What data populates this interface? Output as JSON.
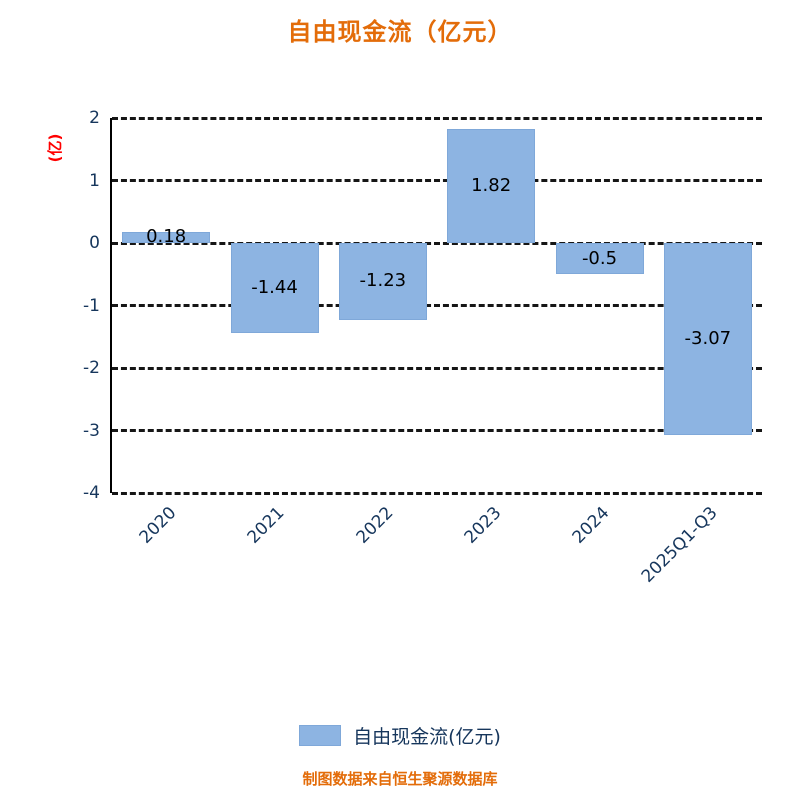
{
  "title": "自由现金流（亿元）",
  "y_axis_unit": "(亿)",
  "legend": {
    "label": "自由现金流(亿元)",
    "swatch_color": "#8DB4E2"
  },
  "footer": {
    "text": "制图数据来自恒生聚源数据库"
  },
  "colors": {
    "title": "#E36C09",
    "bar": "#8DB4E2",
    "axis_unit": "#FF0000",
    "tick_text": "#16365C",
    "footer": "#E36C09"
  },
  "chart_data": {
    "type": "bar",
    "categories": [
      "2020",
      "2021",
      "2022",
      "2023",
      "2024",
      "2025Q1-Q3"
    ],
    "values": [
      0.18,
      -1.44,
      -1.23,
      1.82,
      -0.5,
      -3.07
    ],
    "data_labels": [
      "0.18",
      "-1.44",
      "-1.23",
      "1.82",
      "-0.5",
      "-3.07"
    ],
    "title": "自由现金流（亿元）",
    "xlabel": "",
    "ylabel": "(亿)",
    "ylim": [
      -4,
      2
    ],
    "yticks": [
      2,
      1,
      0,
      -1,
      -2,
      -3,
      -4
    ],
    "grid": "dashed-horizontal",
    "legend": [
      "自由现金流(亿元)"
    ],
    "legend_position": "bottom",
    "bar_color": "#8DB4E2",
    "source_note": "制图数据来自恒生聚源数据库"
  }
}
